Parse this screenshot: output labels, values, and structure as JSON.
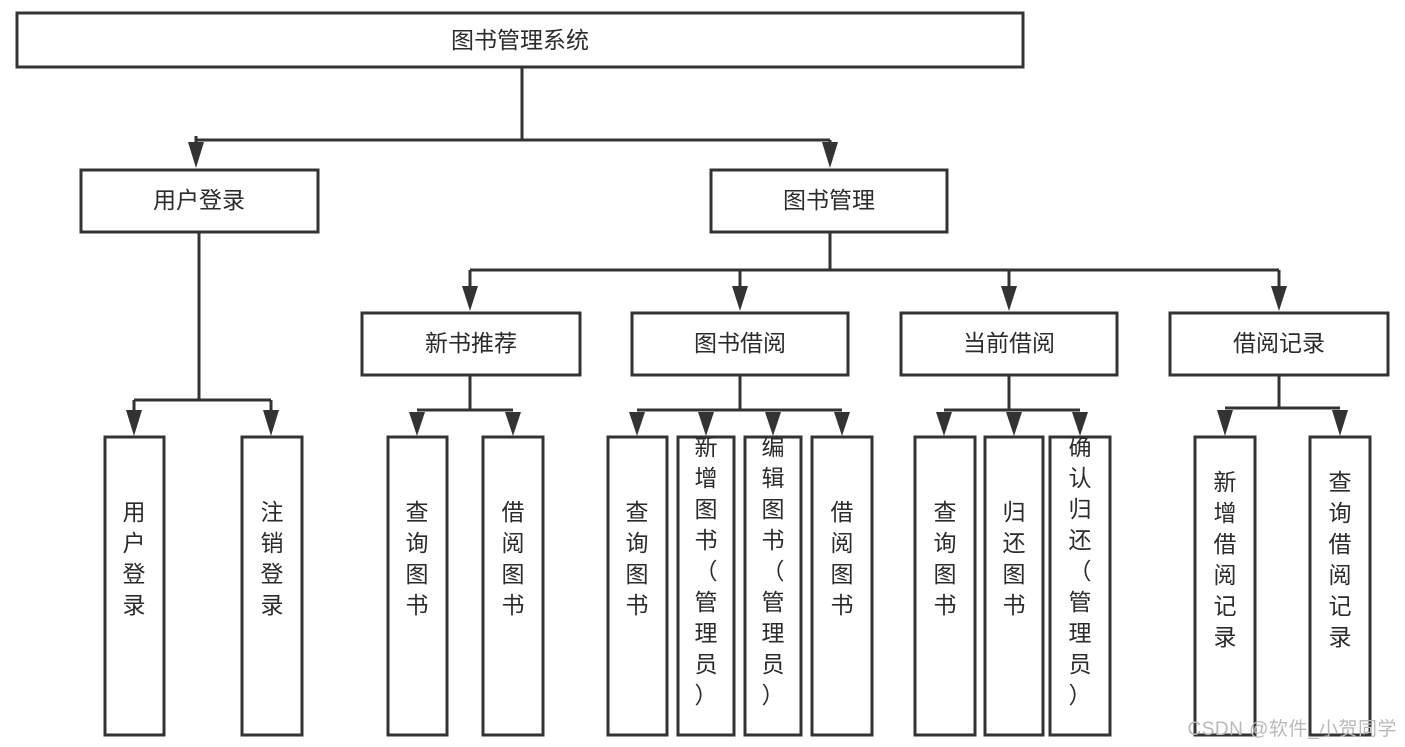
{
  "diagram": {
    "type": "tree-hierarchy-flowchart",
    "title": "图书管理系统",
    "background_color": "#ffffff",
    "box_stroke_color": "#333333",
    "text_color": "#2b2b2b",
    "levels": 4,
    "root": {
      "id": "root",
      "label": "图书管理系统",
      "orientation": "horizontal"
    },
    "level2": [
      {
        "id": "user-login",
        "label": "用户登录",
        "orientation": "horizontal"
      },
      {
        "id": "book-management",
        "label": "图书管理",
        "orientation": "horizontal"
      }
    ],
    "level3": [
      {
        "id": "new-book-recommend",
        "label": "新书推荐",
        "orientation": "horizontal",
        "parent": "book-management"
      },
      {
        "id": "book-borrow",
        "label": "图书借阅",
        "orientation": "horizontal",
        "parent": "book-management"
      },
      {
        "id": "current-borrow",
        "label": "当前借阅",
        "orientation": "horizontal",
        "parent": "book-management"
      },
      {
        "id": "borrow-record",
        "label": "借阅记录",
        "orientation": "horizontal",
        "parent": "book-management"
      }
    ],
    "leaves": [
      {
        "id": "leaf-user-login",
        "label": "用户登录",
        "orientation": "vertical",
        "parent": "user-login"
      },
      {
        "id": "leaf-logout-login",
        "label": "注销登录",
        "orientation": "vertical",
        "parent": "user-login"
      },
      {
        "id": "leaf-query-book-1",
        "label": "查询图书",
        "orientation": "vertical",
        "parent": "new-book-recommend"
      },
      {
        "id": "leaf-borrow-book-1",
        "label": "借阅图书",
        "orientation": "vertical",
        "parent": "new-book-recommend"
      },
      {
        "id": "leaf-query-book-2",
        "label": "查询图书",
        "orientation": "vertical",
        "parent": "book-borrow"
      },
      {
        "id": "leaf-add-book",
        "label": "新增图书（管理员）",
        "orientation": "vertical",
        "parent": "book-borrow"
      },
      {
        "id": "leaf-edit-book",
        "label": "编辑图书（管理员）",
        "orientation": "vertical",
        "parent": "book-borrow"
      },
      {
        "id": "leaf-borrow-book-2",
        "label": "借阅图书",
        "orientation": "vertical",
        "parent": "book-borrow"
      },
      {
        "id": "leaf-query-book-3",
        "label": "查询图书",
        "orientation": "vertical",
        "parent": "current-borrow"
      },
      {
        "id": "leaf-return-book",
        "label": "归还图书",
        "orientation": "vertical",
        "parent": "current-borrow"
      },
      {
        "id": "leaf-confirm-return",
        "label": "确认归还（管理员）",
        "orientation": "vertical",
        "parent": "current-borrow"
      },
      {
        "id": "leaf-add-record",
        "label": "新增借阅记录",
        "orientation": "vertical",
        "parent": "borrow-record"
      },
      {
        "id": "leaf-query-record",
        "label": "查询借阅记录",
        "orientation": "vertical",
        "parent": "borrow-record"
      }
    ]
  },
  "watermark": {
    "text": "CSDN @软件_小贺同学"
  }
}
